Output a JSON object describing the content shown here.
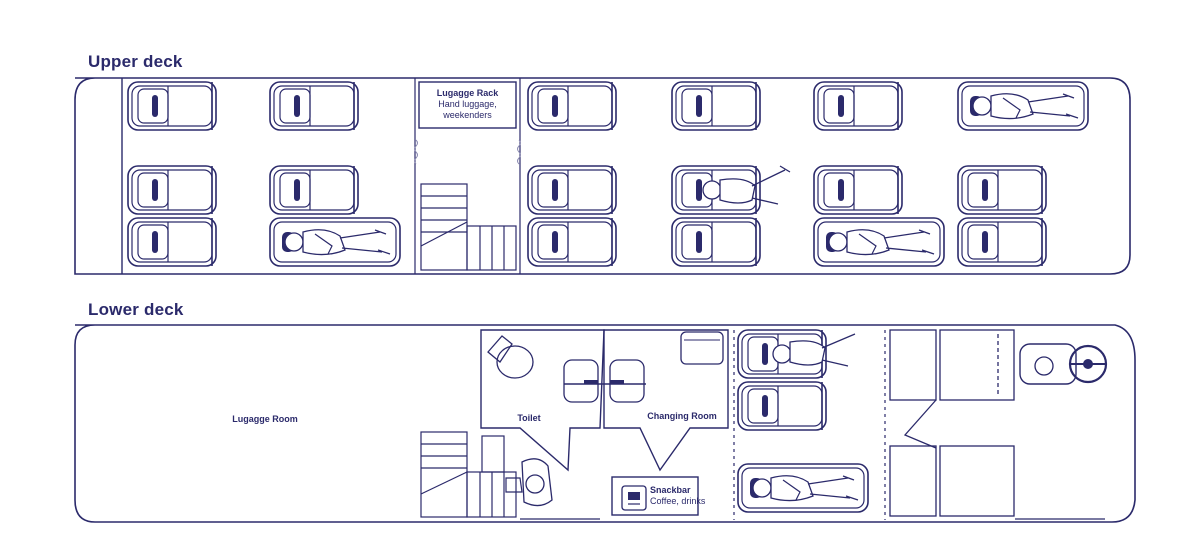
{
  "upper_deck": {
    "title": "Upper deck",
    "luggage_rack": {
      "title": "Lugagge Rack",
      "description_line1": "Hand luggage,",
      "description_line2": "weekenders"
    },
    "seat_icon": "seat-icon",
    "passenger_icon": "sleeping-passenger-icon"
  },
  "lower_deck": {
    "title": "Lower deck",
    "luggage_room": "Lugagge Room",
    "toilet": "Toilet",
    "changing_room": "Changing Room",
    "snackbar": {
      "title": "Snackbar",
      "description": "Coffee, drinks",
      "icon": "coffee-machine-icon"
    },
    "driver_icon": "steering-wheel-icon"
  },
  "colors": {
    "line": "#2b2a6b",
    "accent": "#2b2a6b",
    "background": "#ffffff"
  }
}
